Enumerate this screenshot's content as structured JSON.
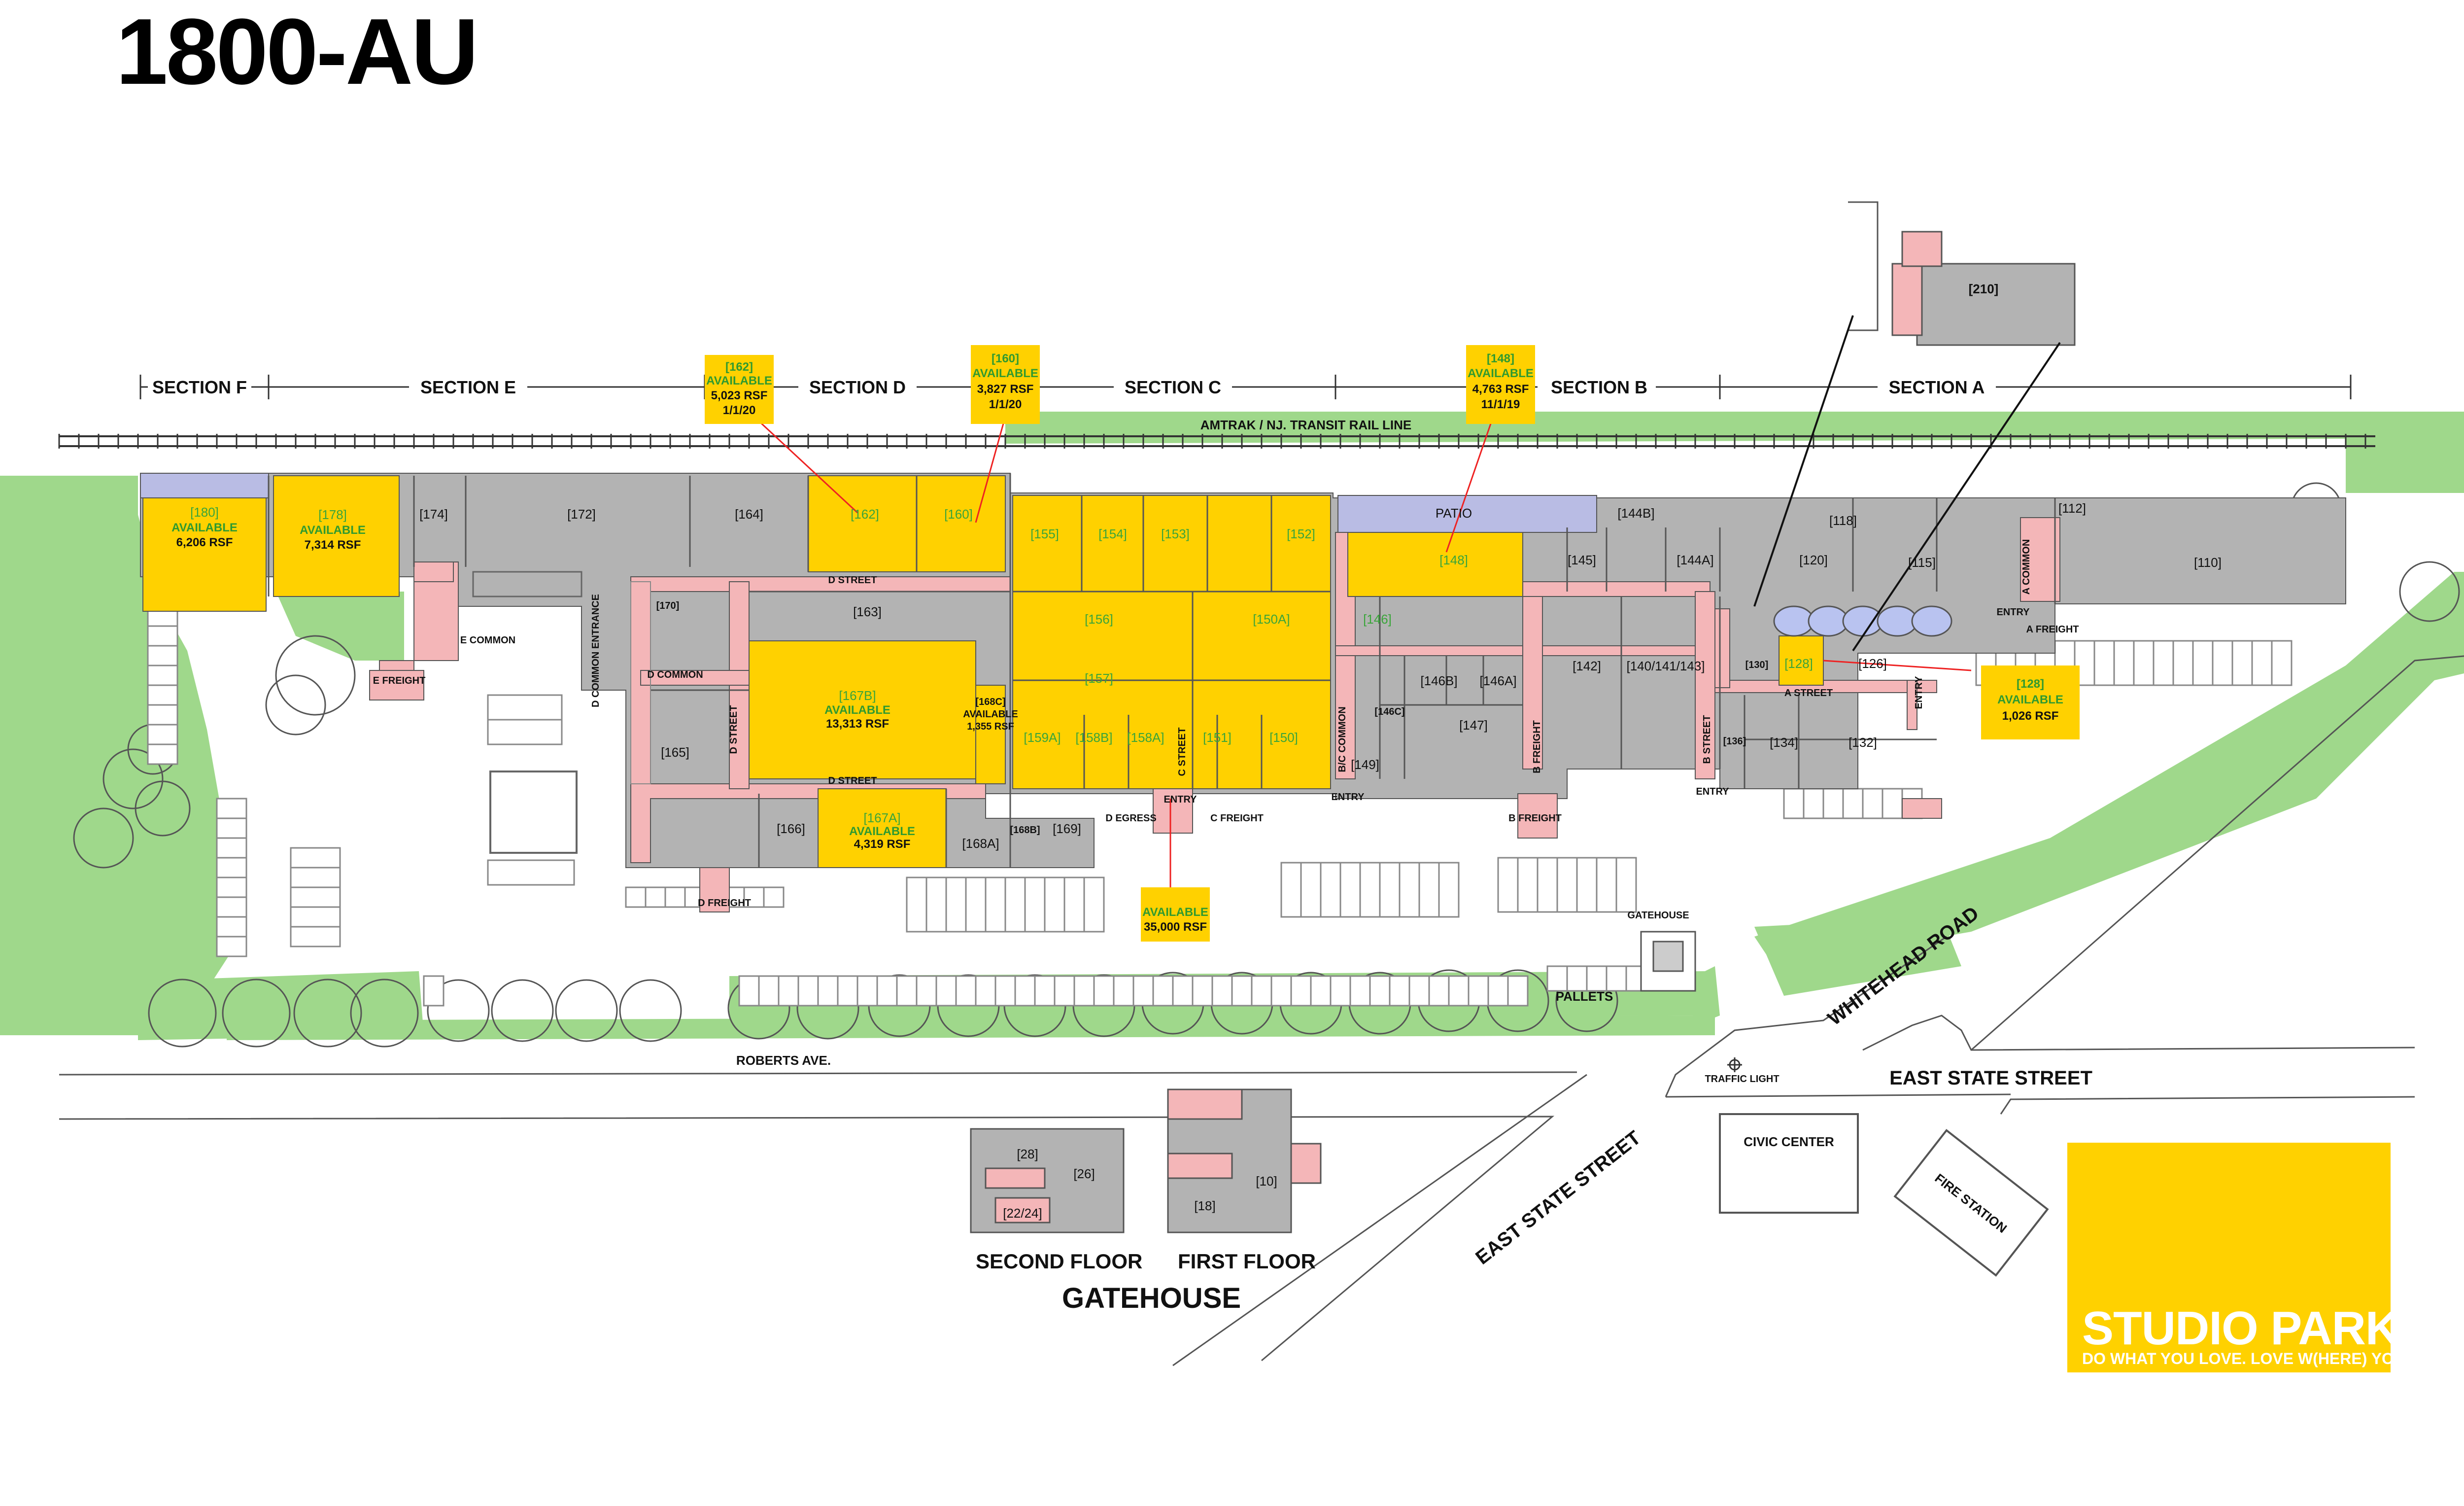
{
  "title": "1800-AU",
  "rail_line": "AMTRAK / NJ. TRANSIT RAIL LINE",
  "sections": [
    "SECTION F",
    "SECTION E",
    "SECTION D",
    "SECTION C",
    "SECTION B",
    "SECTION A"
  ],
  "units": {
    "u180": "[180]",
    "u178": "[178]",
    "u174": "[174]",
    "u172": "[172]",
    "u164": "[164]",
    "u162": "[162]",
    "u160": "[160]",
    "u155": "[155]",
    "u154": "[154]",
    "u153": "[153]",
    "u152": "[152]",
    "u148": "[148]",
    "u144b": "[144B]",
    "u144a": "[144A]",
    "u145": "[145]",
    "u118": "[118]",
    "u120": "[120]",
    "u115": "[115]",
    "u112": "[112]",
    "u110": "[110]",
    "u163": "[163]",
    "u156": "[156]",
    "u150a": "[150A]",
    "u157": "[157]",
    "u146": "[146]",
    "u146b": "[146B]",
    "u146a": "[146A]",
    "u142": "[142]",
    "u140": "[140/141/143]",
    "u130": "[130]",
    "u128": "[128]",
    "u126": "[126]",
    "u167b": "[167B]",
    "u165": "[165]",
    "u159a": "[159A]",
    "u158b": "[158B]",
    "u158a": "[158A]",
    "u151": "[151]",
    "u150": "[150]",
    "u147": "[147]",
    "u149": "[149]",
    "u136": "[136]",
    "u134": "[134]",
    "u132": "[132]",
    "u166": "[166]",
    "u167a": "[167A]",
    "u168b": "[168B]",
    "u169": "[169]",
    "u168a": "[168A]",
    "u170": "[170]",
    "u146c": "[146C]",
    "u168c": "[168C]",
    "u210": "[210]"
  },
  "availability": {
    "a180": {
      "status": "AVAILABLE",
      "size": "6,206 RSF"
    },
    "a178": {
      "status": "AVAILABLE",
      "size": "7,314 RSF"
    },
    "a167b": {
      "status": "AVAILABLE",
      "size": "13,313 RSF"
    },
    "a167a": {
      "status": "AVAILABLE",
      "size": "4,319 RSF"
    },
    "a168c": {
      "status": "AVAILABLE",
      "size": "1,355 RSF"
    },
    "c162": {
      "unit": "[162]",
      "status": "AVAILABLE",
      "size": "5,023 RSF",
      "date": "1/1/20"
    },
    "c160": {
      "unit": "[160]",
      "status": "AVAILABLE",
      "size": "3,827 RSF",
      "date": "1/1/20"
    },
    "c148": {
      "unit": "[148]",
      "status": "AVAILABLE",
      "size": "4,763 RSF",
      "date": "11/1/19"
    },
    "c128": {
      "unit": "[128]",
      "status": "AVAILABLE",
      "size": "1,026 RSF"
    },
    "c35k": {
      "status": "AVAILABLE",
      "size": "35,000 RSF"
    }
  },
  "labels": {
    "patio": "PATIO",
    "d_street_top": "D STREET",
    "d_street_bottom": "D STREET",
    "d_street_v": "D STREET",
    "d_common": "D COMMON",
    "d_common_entrance": "D COMMON ENTRANCE",
    "e_common": "E COMMON",
    "e_freight": "E FREIGHT",
    "d_freight": "D FREIGHT",
    "d_egress": "D EGRESS",
    "c_freight": "C FREIGHT",
    "c_street": "C STREET",
    "bc_common": "B/C COMMON",
    "b_freight_v": "B FREIGHT",
    "b_freight": "B FREIGHT",
    "b_street": "B STREET",
    "a_street": "A STREET",
    "a_common": "A COMMON",
    "a_freight": "A FREIGHT",
    "entry1": "ENTRY",
    "entry2": "ENTRY",
    "entry3": "ENTRY",
    "entry4": "ENTRY",
    "entry5": "ENTRY",
    "gatehouse": "GATEHOUSE",
    "pallets": "PALLETS",
    "traffic_light": "TRAFFIC LIGHT",
    "civic_center": "CIVIC CENTER",
    "fire_station": "FIRE STATION"
  },
  "roads": {
    "roberts": "ROBERTS AVE.",
    "whitehead": "WHITEHEAD ROAD",
    "east_state_1": "EAST STATE STREET",
    "east_state_2": "EAST STATE STREET"
  },
  "gatehouse_plan": {
    "title": "GATEHOUSE",
    "second_floor": "SECOND FLOOR",
    "first_floor": "FIRST FLOOR",
    "u28": "[28]",
    "u26": "[26]",
    "u2224": "[22/24]",
    "u10": "[10]",
    "u18": "[18]"
  },
  "brand": {
    "name": "STUDIO PARK",
    "tagline": "DO WHAT YOU LOVE. LOVE W(HERE) YOU DO IT."
  },
  "colors": {
    "available": "#ffd100",
    "occupied": "#b3b3b3",
    "common": "#f4b6b8",
    "green": "#9fd88b",
    "patio": "#b9bce4",
    "green_text": "#2f9a2f"
  }
}
